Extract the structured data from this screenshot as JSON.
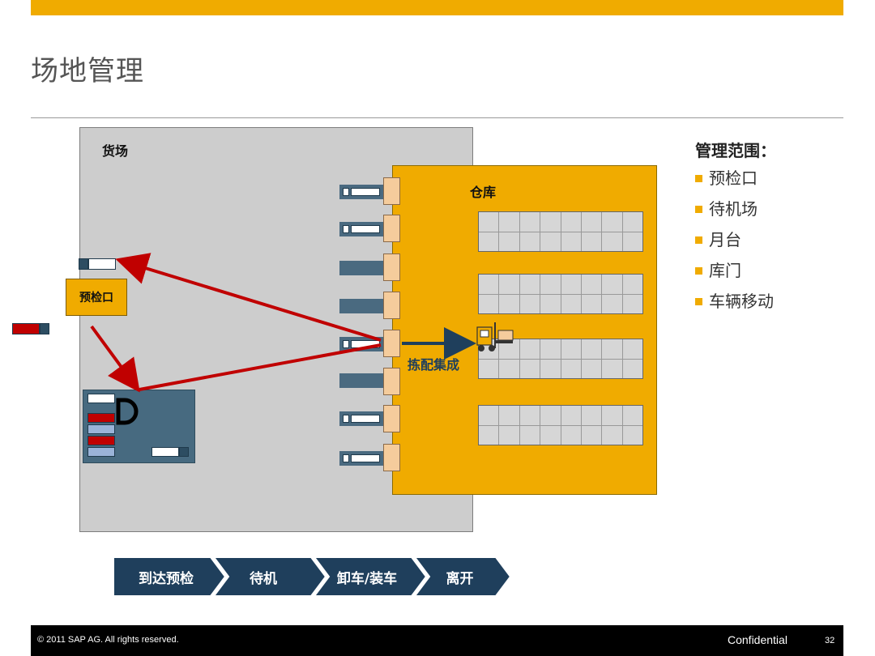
{
  "slide": {
    "title": "场地管理"
  },
  "diagram": {
    "yard_label": "货场",
    "warehouse_label": "仓库",
    "precheck_label": "预检口",
    "picking_label": "拣配集成"
  },
  "scope": {
    "title": "管理范围：",
    "items": [
      "预检口",
      "待机场",
      "月台",
      "库门",
      "车辆移动"
    ]
  },
  "process": {
    "steps": [
      "到达预检",
      "待机",
      "卸车/装车",
      "离开"
    ]
  },
  "footer": {
    "copyright": "© 2011 SAP AG. All rights reserved.",
    "confidential": "Confidential",
    "page_number": "32"
  },
  "colors": {
    "accent": "#f0ab00",
    "arrow_red": "#c00000",
    "chevron_blue": "#1f3f5c",
    "dock_door": "#f5cc9c",
    "lot_blue": "#476a80"
  }
}
